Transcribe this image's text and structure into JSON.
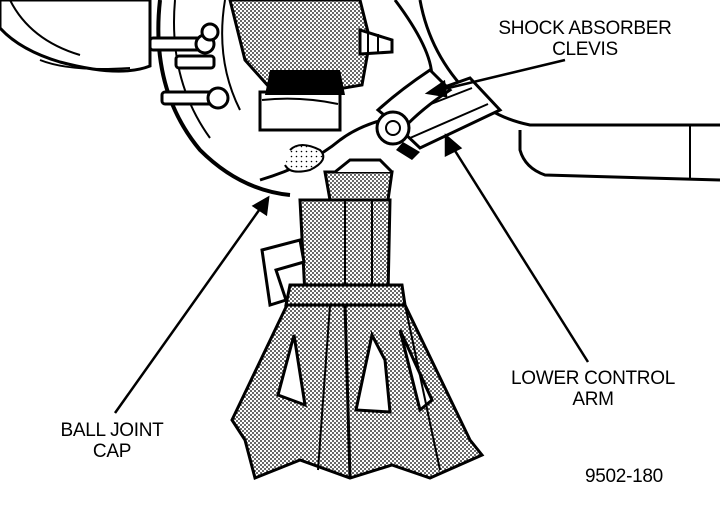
{
  "labels": {
    "shock_absorber_line1": "SHOCK ABSORBER",
    "shock_absorber_line2": "CLEVIS",
    "lower_control_arm_line1": "LOWER CONTROL",
    "lower_control_arm_line2": "ARM",
    "ball_joint_cap_line1": "BALL JOINT",
    "ball_joint_cap_line2": "CAP"
  },
  "figure_number": "9502-180",
  "colors": {
    "ink": "#000000",
    "paper": "#ffffff",
    "shade": "#9a9a9a"
  }
}
